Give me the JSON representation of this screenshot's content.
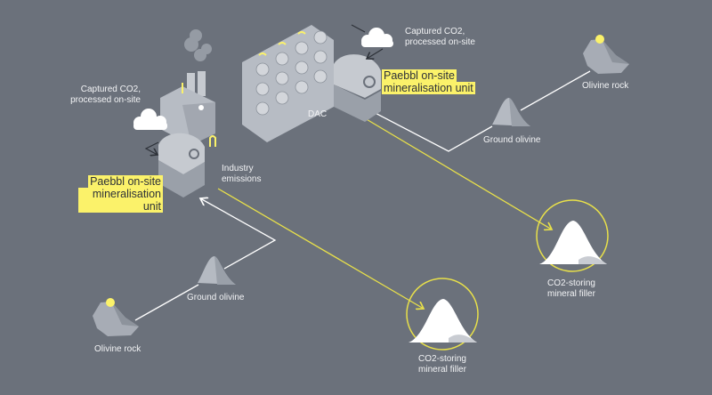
{
  "colors": {
    "background": "#6b717b",
    "accent": "#fbf26a",
    "flow_line": "#ffffff",
    "output_line": "#e8e04a"
  },
  "industry": {
    "captured_label": [
      "Captured CO2,",
      "processed on-site"
    ],
    "unit_label": [
      "Paebbl on-site",
      "mineralisation unit"
    ],
    "emissions_label": [
      "Industry",
      "emissions"
    ],
    "ground_olivine_label": "Ground olivine",
    "olivine_rock_label": "Olivine rock",
    "output_label": [
      "CO2-storing",
      "mineral filler"
    ]
  },
  "dac": {
    "dac_label": "DAC",
    "captured_label": [
      "Captured CO2,",
      "processed on-site"
    ],
    "unit_label": [
      "Paebbl on-site",
      "mineralisation unit"
    ],
    "ground_olivine_label": "Ground olivine",
    "olivine_rock_label": "Olivine rock",
    "output_label": [
      "CO2-storing",
      "mineral filler"
    ]
  }
}
